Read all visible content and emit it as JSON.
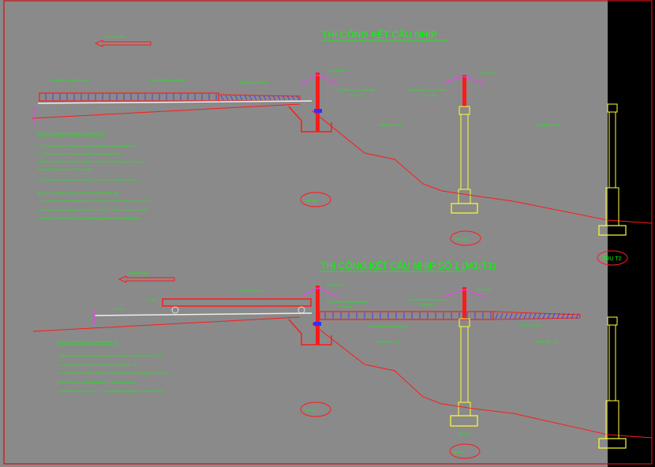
{
  "top": {
    "direction_label": "ĐI ĐT.8.18",
    "title": "THI CÔNG KẾT CẤU NHỊP",
    "truss_label_1": "CẦU DẪN LAO DẦM L=33M",
    "truss_label_2": "CẦU DẪN ĐANG LẮP ĐẶT",
    "nose_label": "MŨI DẪN LAO DẦM",
    "cable_label_1": "Bộ cáp treo",
    "cable_label_2": "Bộ cáp treo",
    "gantry_abutment": [
      "Giá puốc tích tương tự dầm",
      "tại mố cầu"
    ],
    "gantry_pier": [
      "Giá puốc tích tương tự dầm",
      "tại trụ cầu"
    ],
    "span_1": "NHỊP M1 - T1",
    "span_2": "NHỊP T1 - T2",
    "abutment": "MỐ M1",
    "pier_1": "TRỤ T1",
    "pier_2": "TRỤ T2",
    "step1_title": "BƯỚC 1: LẮP ĐẶT GIÀN DẪN + GIÁ PUỐC TÍCH",
    "step1_lines": [
      "1 – Chuẩn bị vật tư, thiết bị, các máy móc cần thiết cho công tác lắp dầm",
      " 2 – Lắp ra lao dầm trên nền đường đã ổn định phía đầu Mố M1",
      "( Chiều dài cầu dẫn lao dầm có mũi dẫn là 45m, phạm vi đường đầu cầu sau mố",
      "dùng để lắp đặt cầu dẫn tối thiểu là 45m)",
      " 3 – Di chuyển cầu dẫn vào vị trí nhịp M1 – T1, định vị neo ổn định cầu dẫn."
    ],
    "step2_title": "BƯỚC 2: LẮP ĐẶT GIÁ PUỐC TÍCH VÀ GIÁ ĐỠ TRÊN TRỤ",
    "step2_lines": [
      " – Tiến hành di chuyển + lắp đặt giá puốc tích tương tự dầm vào vị trí mố M1 và trụ T1",
      "– Bộ cáp neo ổn định giá puốc tích trên mố + trên trụ ( Sơ đồ neo cáp như hình vẽ)",
      "– Kiểm tra sự ổn định của hệ treo, xe con trên giá trước khi tiến hành lao lắp"
    ]
  },
  "bottom": {
    "direction_label": "ĐI ĐT.8.18",
    "title": "THI CÔNG KẾT CẤU NHỊP SỐ 1 (M1-T1)",
    "beam_label": "DẦM ĐANG LAO",
    "winch_label": "Tời kéo",
    "cart_label": "Xe lao",
    "anchor_label": "Lò 3 Mã",
    "cable_label_1": "Bộ cáp treo",
    "cable_label_2": "Bộ cáp treo",
    "gantry_abutment": [
      "Giá puốc tích tương tự dầm",
      "tại trụ cầu"
    ],
    "gantry_pier": [
      "Giá puốc tích tương tự dầm",
      "tại trụ cầu"
    ],
    "truss_label": "CẦU DẪN LAO DẦM L=33M",
    "nose_label": "PHẦN MŨI DẪN",
    "span_1": "NHỊP M1 - T1",
    "span_2": "NHỊP T1 - T2",
    "abutment": "MỐ M1",
    "pier_1": "TRỤ T1",
    "pier_elev": "45.175",
    "step3_title": "BƯỚC 3: THI CÔNG LAO LẮP NHỊP M1 - T1",
    "step3_lines": [
      " – Tiến hành làm đường cấp dầm và đường di chuyển xe lao trên nhịp M1 – T1",
      " – Di chuyển dầm từ vị trí bãi chứa dầm ra vị trí nhịp M1 – T1",
      " – Khi dầm ra đến vị trí nhịp, dùng dầm khỉ quãng lao dọc, sàng ngang dầm vào vị trí",
      " – Định vị lao dọc, sàng ngang trên gối + hạ dầm xuống gối",
      " – Hoàn thiện lao lắp nhịp M1 – T1 (mặt cắt ngang nhịp gồm 04 phiến dầm 33m)"
    ]
  },
  "colors": {
    "background": "#8a8a8a",
    "text": "#00ff00",
    "line": "#ff1a1a",
    "truss": "#2020ff",
    "pier": "#ffff33",
    "cable": "#ff33ff"
  }
}
